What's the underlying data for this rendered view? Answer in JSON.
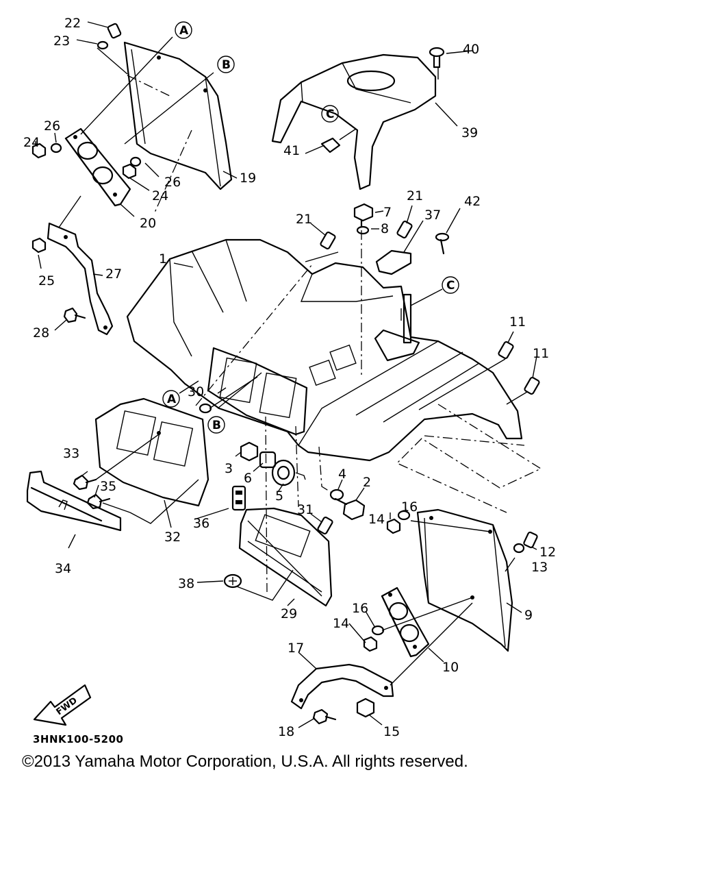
{
  "diagram": {
    "part_numbers": [
      "1",
      "2",
      "3",
      "4",
      "5",
      "6",
      "7",
      "8",
      "9",
      "10",
      "11",
      "11",
      "12",
      "13",
      "14",
      "14",
      "15",
      "16",
      "16",
      "17",
      "18",
      "19",
      "20",
      "21",
      "21",
      "22",
      "23",
      "24",
      "24",
      "25",
      "26",
      "26",
      "27",
      "28",
      "29",
      "30",
      "31",
      "32",
      "33",
      "34",
      "35",
      "36",
      "37",
      "38",
      "39",
      "40",
      "41",
      "42"
    ],
    "reference_letters": [
      "A",
      "A",
      "B",
      "B",
      "C",
      "C"
    ],
    "fwd_label": "FWD",
    "diagram_code": "3HNK100-5200"
  },
  "footer": {
    "copyright": "©2013 Yamaha Motor Corporation, U.S.A. All rights reserved."
  }
}
